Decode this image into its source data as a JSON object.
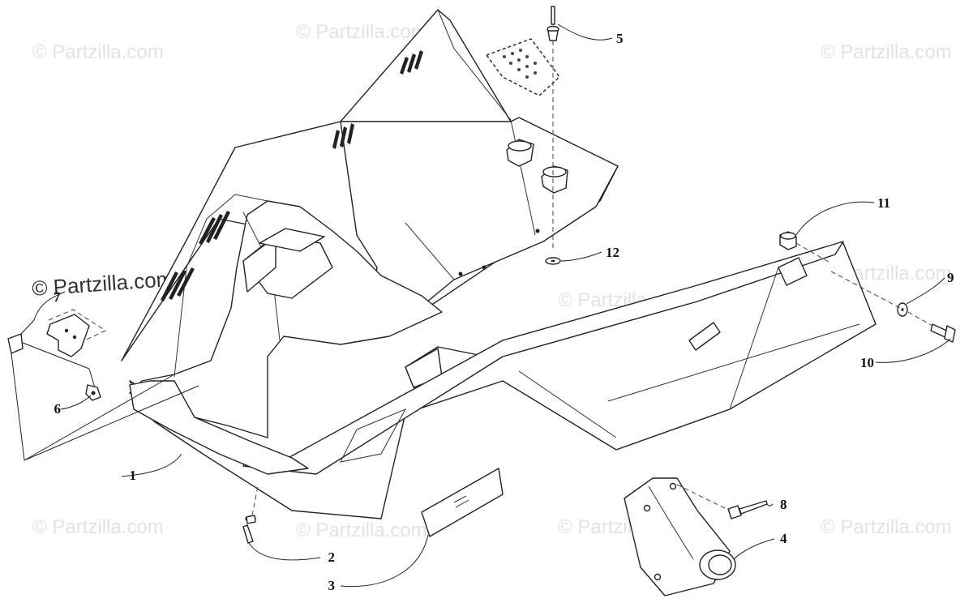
{
  "watermark_text": "© Partzilla.com",
  "callouts": [
    {
      "id": "1",
      "label": "1"
    },
    {
      "id": "2",
      "label": "2"
    },
    {
      "id": "3",
      "label": "3"
    },
    {
      "id": "4",
      "label": "4"
    },
    {
      "id": "5",
      "label": "5"
    },
    {
      "id": "6",
      "label": "6"
    },
    {
      "id": "7",
      "label": "7"
    },
    {
      "id": "8",
      "label": "8"
    },
    {
      "id": "9",
      "label": "9"
    },
    {
      "id": "10",
      "label": "10"
    },
    {
      "id": "11",
      "label": "11"
    },
    {
      "id": "12",
      "label": "12"
    }
  ]
}
